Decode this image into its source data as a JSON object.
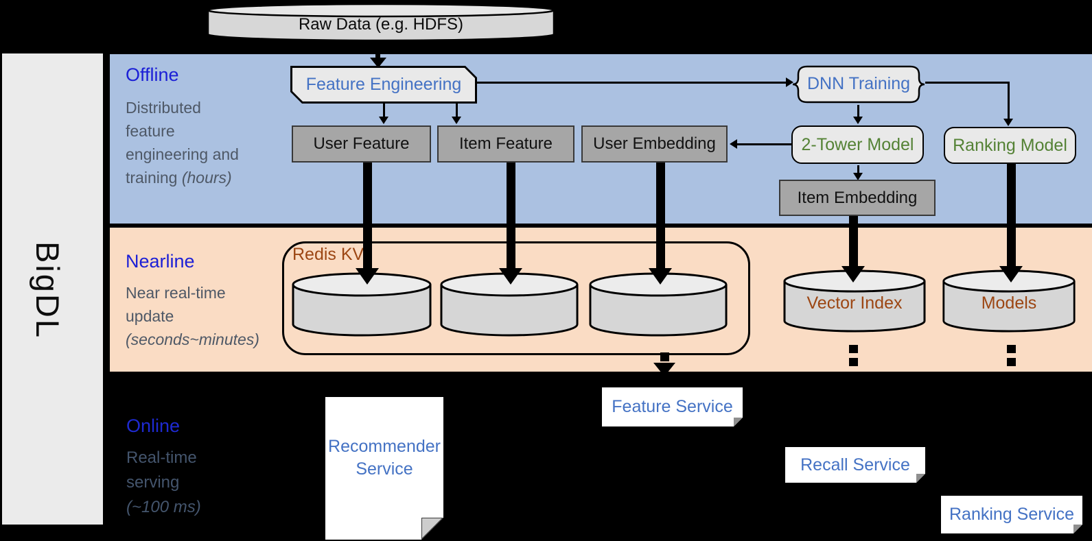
{
  "brand": "BigDL",
  "raw_data_label": "Raw Data (e.g. HDFS)",
  "sections": {
    "offline": {
      "title": "Offline",
      "desc": "Distributed feature engineering and training",
      "desc_note": "(hours)"
    },
    "nearline": {
      "title": "Nearline",
      "desc": "Near real-time update",
      "desc_note": "(seconds~minutes)"
    },
    "online": {
      "title": "Online",
      "desc": "Real-time serving",
      "desc_note": "(~100 ms)"
    }
  },
  "nodes": {
    "feature_engineering": "Feature Engineering",
    "dnn_training": "DNN Training",
    "user_feature": "User Feature",
    "item_feature": "Item Feature",
    "user_embedding": "User Embedding",
    "two_tower_model": "2-Tower Model",
    "ranking_model": "Ranking Model",
    "item_embedding": "Item Embedding",
    "redis_kv": "Redis KV",
    "vector_index": "Vector Index",
    "models": "Models",
    "recommender_service": "Recommender Service",
    "feature_service": "Feature Service",
    "recall_service": "Recall Service",
    "ranking_service": "Ranking Service"
  },
  "colors": {
    "offline_band": "#abc1e1",
    "nearline_band": "#fadcc4",
    "section_title_blue": "#1c20d6",
    "node_text_blue": "#4472c4",
    "node_text_green": "#548235",
    "datastore_text_brown": "#9c4613",
    "description_gray": "#4e5866",
    "gray_box_fill": "#a6a6a6",
    "light_box_fill": "#e9e9e9"
  }
}
